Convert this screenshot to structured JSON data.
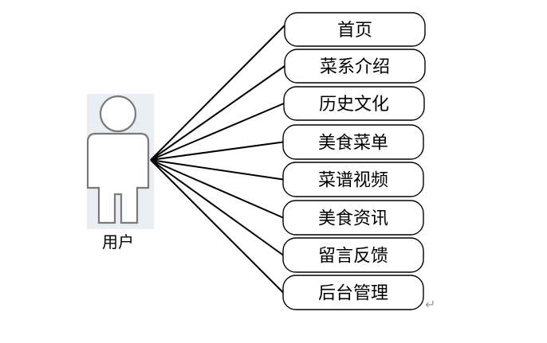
{
  "actor": {
    "label": "用户",
    "icon": "person-icon"
  },
  "functions": [
    "首页",
    "菜系介绍",
    "历史文化",
    "美食菜单",
    "菜谱视频",
    "美食资讯",
    "留言反馈",
    "后台管理"
  ],
  "paragraph_mark": "↵"
}
